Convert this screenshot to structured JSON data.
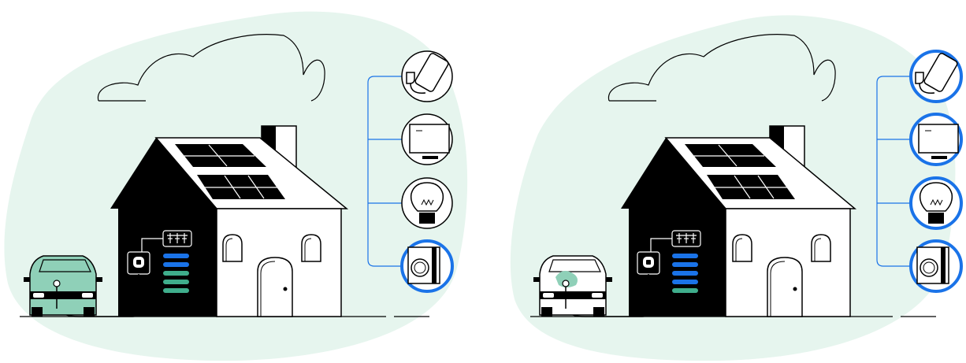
{
  "colors": {
    "background_blob": "#e6f5ee",
    "ink": "#000000",
    "white": "#ffffff",
    "panel": "#000000",
    "battery_blue": "#1a73e8",
    "battery_green": "#3fae8c",
    "car_green": "#8fd0b8",
    "connector_line": "#1a73e8",
    "active_ring": "#1a73e8"
  },
  "scenes": [
    {
      "id": "scene-left",
      "battery_levels": [
        "blue",
        "blue",
        "green",
        "green",
        "green"
      ],
      "car_fill": "green",
      "active_appliances": [
        "washing-machine"
      ],
      "appliances": [
        "phone-charger",
        "television",
        "light-bulb",
        "washing-machine"
      ]
    },
    {
      "id": "scene-right",
      "battery_levels": [
        "blue",
        "blue",
        "blue",
        "blue",
        "green"
      ],
      "car_fill": "white",
      "active_appliances": [
        "phone-charger",
        "television",
        "light-bulb",
        "washing-machine"
      ],
      "appliances": [
        "phone-charger",
        "television",
        "light-bulb",
        "washing-machine"
      ]
    }
  ]
}
